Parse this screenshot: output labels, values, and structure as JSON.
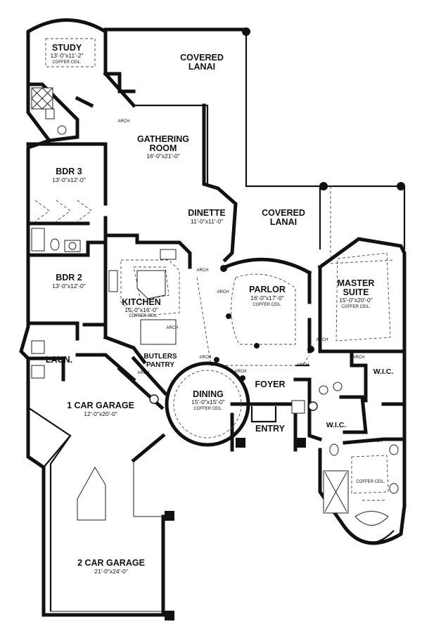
{
  "rooms": [
    {
      "key": "study",
      "name": [
        "STUDY"
      ],
      "dims": "13'-0\"x11'-2\"",
      "note": "COFFER CEIL."
    },
    {
      "key": "covered_lanai_top",
      "name": [
        "COVERED",
        "LANAI"
      ],
      "dims": "",
      "note": ""
    },
    {
      "key": "gathering_room",
      "name": [
        "GATHERING",
        "ROOM"
      ],
      "dims": "16'-0\"x21'-0\"",
      "note": ""
    },
    {
      "key": "bdr3",
      "name": [
        "BDR 3"
      ],
      "dims": "13'-0\"x12'-0\"",
      "note": ""
    },
    {
      "key": "dinette",
      "name": [
        "DINETTE"
      ],
      "dims": "11'-0\"x11'-0\"",
      "note": ""
    },
    {
      "key": "covered_lanai_right",
      "name": [
        "COVERED",
        "LANAI"
      ],
      "dims": "",
      "note": ""
    },
    {
      "key": "bdr2",
      "name": [
        "BDR 2"
      ],
      "dims": "13'-0\"x12'-0\"",
      "note": ""
    },
    {
      "key": "kitchen",
      "name": [
        "KITCHEN"
      ],
      "dims": "15'-0\"x16'-0\"",
      "note": "COFFER CEIL."
    },
    {
      "key": "parlor",
      "name": [
        "PARLOR"
      ],
      "dims": "16'-0\"x17'-0\"",
      "note": "COFFER CEIL."
    },
    {
      "key": "master_suite",
      "name": [
        "MASTER",
        "SUITE"
      ],
      "dims": "15'-0\"x20'-0\"",
      "note": "COFFER CEIL."
    },
    {
      "key": "laundry",
      "name": [
        "LAUN."
      ],
      "dims": "",
      "note": ""
    },
    {
      "key": "butlers_pantry",
      "name": [
        "BUTLERS",
        "PANTRY"
      ],
      "dims": "",
      "note": ""
    },
    {
      "key": "dining",
      "name": [
        "DINING"
      ],
      "dims": "15'-0\"x15'-0\"",
      "note": "COFFER CEIL."
    },
    {
      "key": "foyer",
      "name": [
        "FOYER"
      ],
      "dims": "",
      "note": ""
    },
    {
      "key": "wic_right",
      "name": [
        "W.I.C."
      ],
      "dims": "",
      "note": ""
    },
    {
      "key": "wic_center",
      "name": [
        "W.I.C."
      ],
      "dims": "",
      "note": ""
    },
    {
      "key": "one_car_garage",
      "name": [
        "1 CAR GARAGE"
      ],
      "dims": "12'-0\"x20'-0\"",
      "note": ""
    },
    {
      "key": "entry",
      "name": [
        "ENTRY"
      ],
      "dims": "",
      "note": ""
    },
    {
      "key": "master_bath",
      "name": [
        ""
      ],
      "dims": "",
      "note": "COFFER CEIL."
    },
    {
      "key": "two_car_garage",
      "name": [
        "2 CAR GARAGE"
      ],
      "dims": "21'-0\"x24'-0\"",
      "note": ""
    }
  ],
  "arch_labels": [
    "ARCH",
    "ARCH",
    "ARCH",
    "ARCH",
    "ARCH",
    "ARCH",
    "ARCH",
    "ARCH",
    "ARCH",
    "ARCH",
    "ARCH"
  ],
  "colors": {
    "ink": "#111111",
    "paper": "#ffffff"
  }
}
